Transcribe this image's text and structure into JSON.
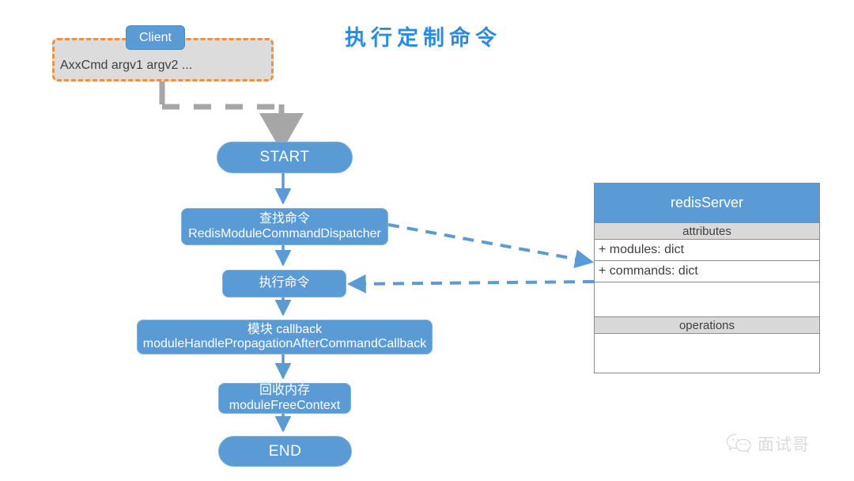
{
  "title": "执行定制命令",
  "client": {
    "badge_label": "Client",
    "command_text": "AxxCmd argv1 argv2 ...",
    "border_color": "#ED9143",
    "fill_color": "#DCDCDC"
  },
  "flow": {
    "accent_color": "#5B9BD5",
    "connector_color": "#A6A6A6",
    "nodes": [
      {
        "id": "start",
        "shape": "pill",
        "line1": "START"
      },
      {
        "id": "dispatch",
        "shape": "rect",
        "line1": "查找命令",
        "line2": "RedisModuleCommandDispatcher"
      },
      {
        "id": "exec",
        "shape": "rect",
        "line1": "执行命令"
      },
      {
        "id": "callback",
        "shape": "rect",
        "line1": "模块 callback",
        "line2": "moduleHandlePropagationAfterCommandCallback"
      },
      {
        "id": "free",
        "shape": "rect",
        "line1": "回收内存",
        "line2": "moduleFreeContext"
      },
      {
        "id": "end",
        "shape": "pill",
        "line1": "END"
      }
    ]
  },
  "class_box": {
    "name": "redisServer",
    "attributes_label": "attributes",
    "attributes": [
      "+ modules: dict",
      "+ commands: dict"
    ],
    "operations_label": "operations",
    "operations": [],
    "header_color": "#5B9BD5",
    "section_color": "#D9D9D9"
  },
  "watermark": {
    "icon": "wechat-icon",
    "text": "面试哥",
    "color": "#BFBFBF"
  }
}
